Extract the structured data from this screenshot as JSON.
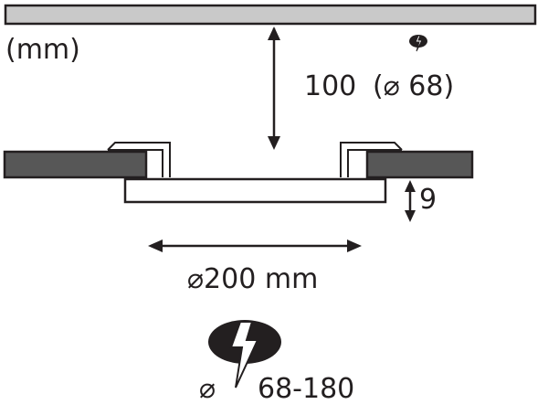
{
  "units_label": "(mm)",
  "ceiling_height": {
    "value_text": "100",
    "cutout_text": "(⌀ 68)"
  },
  "panel_thickness": "9",
  "panel_diameter": "⌀200 mm",
  "cutout_range": {
    "symbol": "⌀",
    "value_text": "68-180"
  },
  "colors": {
    "ceiling_gray": "#c9c9c9",
    "panel_dark": "#575757",
    "line": "#231f20",
    "icon_fill": "#231f20"
  },
  "icons": [
    "flash-mount-icon-small",
    "flash-mount-icon-large",
    "double-arrow-vertical",
    "double-arrow-horizontal"
  ]
}
